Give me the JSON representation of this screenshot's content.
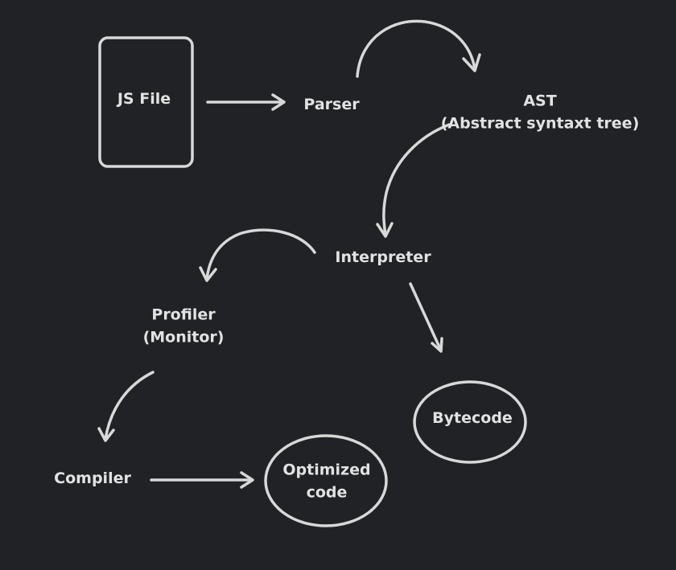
{
  "nodes": {
    "js_file": {
      "label": "JS File"
    },
    "parser": {
      "label": "Parser"
    },
    "ast": {
      "line1": "AST",
      "line2": "(Abstract syntaxt tree)"
    },
    "interpreter": {
      "label": "Interpreter"
    },
    "profiler": {
      "line1": "Profiler",
      "line2": "(Monitor)"
    },
    "bytecode": {
      "label": "Bytecode"
    },
    "compiler": {
      "label": "Compiler"
    },
    "optimized": {
      "line1": "Optimized",
      "line2": "code"
    }
  },
  "edges": [
    {
      "from": "js_file",
      "to": "parser"
    },
    {
      "from": "parser",
      "to": "ast"
    },
    {
      "from": "ast",
      "to": "interpreter"
    },
    {
      "from": "interpreter",
      "to": "profiler"
    },
    {
      "from": "interpreter",
      "to": "bytecode"
    },
    {
      "from": "profiler",
      "to": "compiler"
    },
    {
      "from": "compiler",
      "to": "optimized"
    }
  ],
  "colors": {
    "background": "#202225",
    "stroke": "#d8d8d8",
    "text": "#e2e2e2"
  }
}
